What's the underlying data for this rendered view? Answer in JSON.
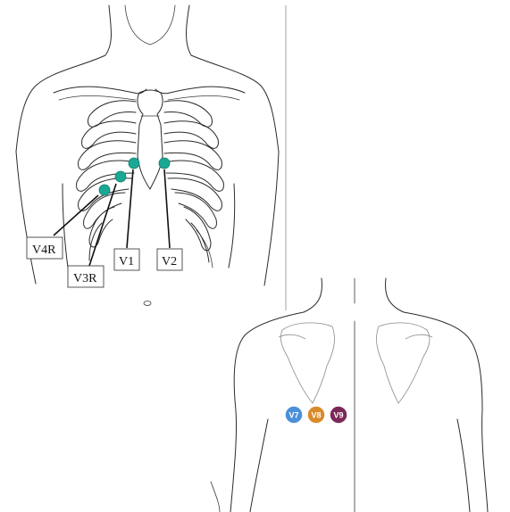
{
  "front_leads": {
    "labels": [
      {
        "id": "v4r",
        "text": "V4R",
        "color": "#1aa894"
      },
      {
        "id": "v3r",
        "text": "V3R",
        "color": "#1aa894"
      },
      {
        "id": "v1",
        "text": "V1",
        "color": "#1aa894"
      },
      {
        "id": "v2",
        "text": "V2",
        "color": "#1aa894"
      }
    ]
  },
  "back_leads": {
    "labels": [
      {
        "id": "v7",
        "text": "V7",
        "color": "#4a90d9"
      },
      {
        "id": "v8",
        "text": "V8",
        "color": "#d98a2b"
      },
      {
        "id": "v9",
        "text": "V9",
        "color": "#7a2858"
      }
    ]
  }
}
